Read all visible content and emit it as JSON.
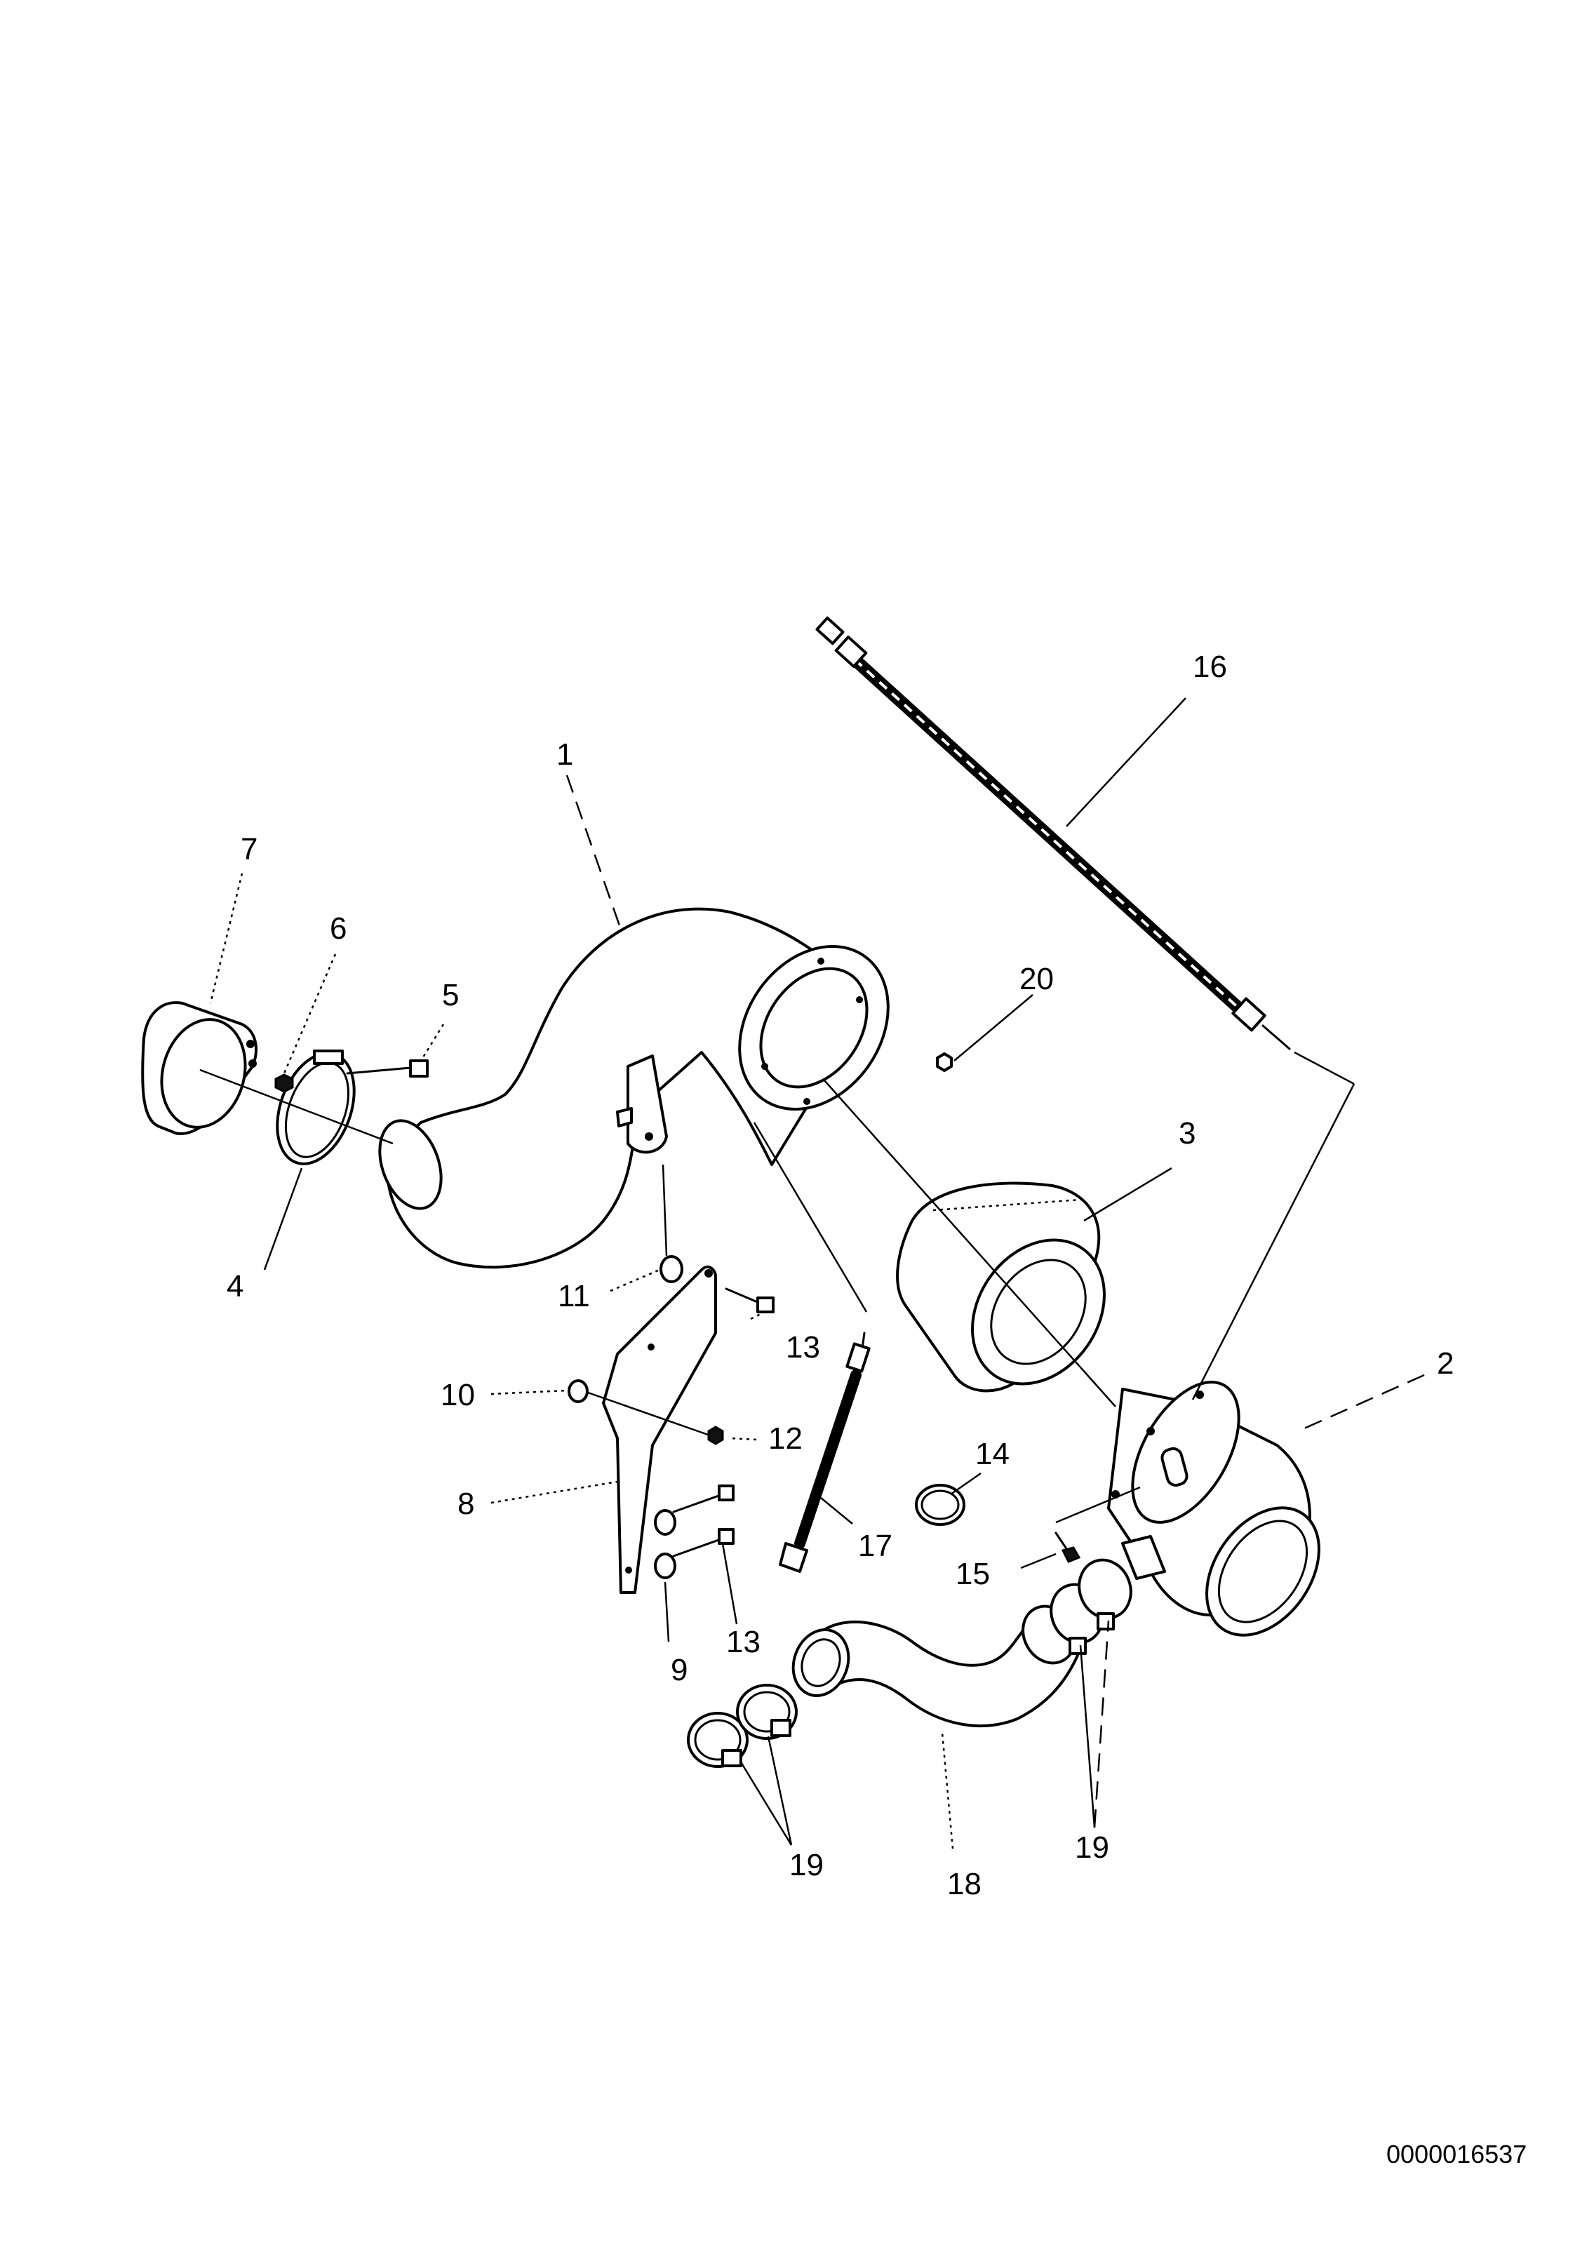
{
  "diagram": {
    "callouts": {
      "c1": "1",
      "c2": "2",
      "c3": "3",
      "c4": "4",
      "c5": "5",
      "c6": "6",
      "c7": "7",
      "c8": "8",
      "c9": "9",
      "c10": "10",
      "c11": "11",
      "c12": "12",
      "c13a": "13",
      "c13b": "13",
      "c14": "14",
      "c15": "15",
      "c16": "16",
      "c17": "17",
      "c18": "18",
      "c19a": "19",
      "c19b": "19",
      "c20": "20"
    },
    "document_id": "0000016537"
  }
}
